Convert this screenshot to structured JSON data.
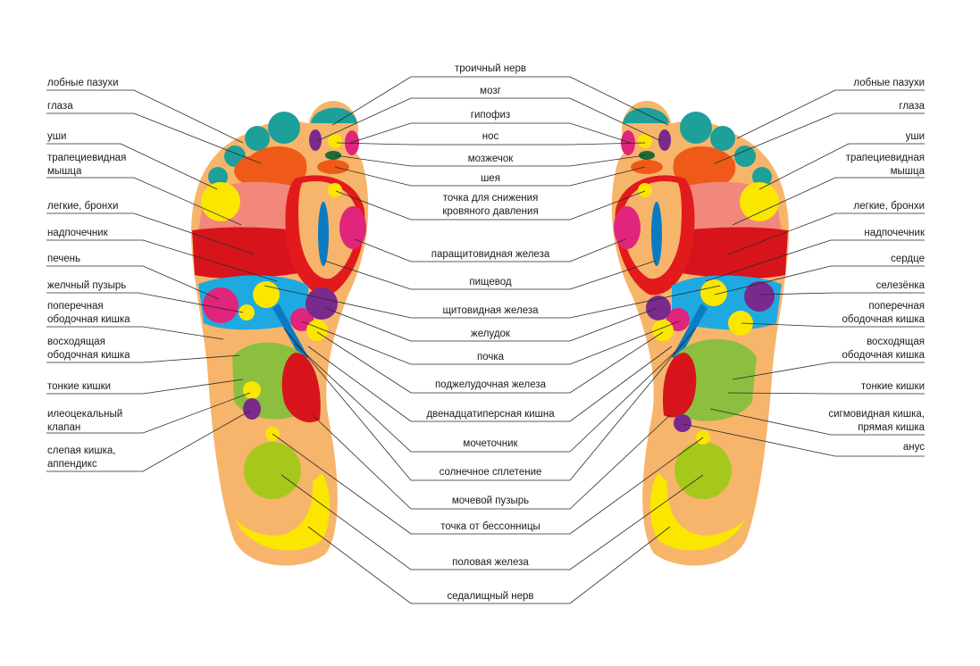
{
  "left_labels": [
    "лобные пазухи",
    "глаза",
    "уши",
    "трапециевидная мышца",
    "легкие, бронхи",
    "надпочечник",
    "печень",
    "желчный пузырь",
    "поперечная ободочная кишка",
    "восходящая ободочная кишка",
    "тонкие кишки",
    "илеоцекальный клапан",
    "слепая кишка, аппендикс"
  ],
  "right_labels": [
    "лобные пазухи",
    "глаза",
    "уши",
    "трапециевидная мышца",
    "легкие, бронхи",
    "надпочечник",
    "сердце",
    "селезёнка",
    "поперечная ободочная кишка",
    "восходящая ободочная кишка",
    "тонкие кишки",
    "сигмовидная кишка, прямая кишка",
    "анус"
  ],
  "center_labels": [
    "троичный нерв",
    "мозг",
    "гипофиз",
    "нос",
    "мозжечок",
    "шея",
    "точка для снижения кровяного давления",
    "паращитовидная железа",
    "пищевод",
    "щитовидная железа",
    "желудок",
    "почка",
    "поджелудочная железа",
    "двенадцатиперсная кишна",
    "мочеточник",
    "солнечное сплетение",
    "мочевой пузырь",
    "точка от бессонницы",
    "половая железа",
    "седалищный нерв"
  ],
  "colors": {
    "foot_base": "#f6b56b",
    "teal": "#1d9f9a",
    "orange": "#ef5a18",
    "yellow": "#fbe600",
    "salmon": "#f2877b",
    "red": "#d7141c",
    "bright_red": "#e31a1c",
    "magenta": "#e0257c",
    "purple": "#7a2a8c",
    "green": "#8cbf3f",
    "lime": "#a6c81d",
    "blue": "#0b7bc1",
    "cyan": "#1fa9e1",
    "dark_green": "#1f6b32"
  }
}
